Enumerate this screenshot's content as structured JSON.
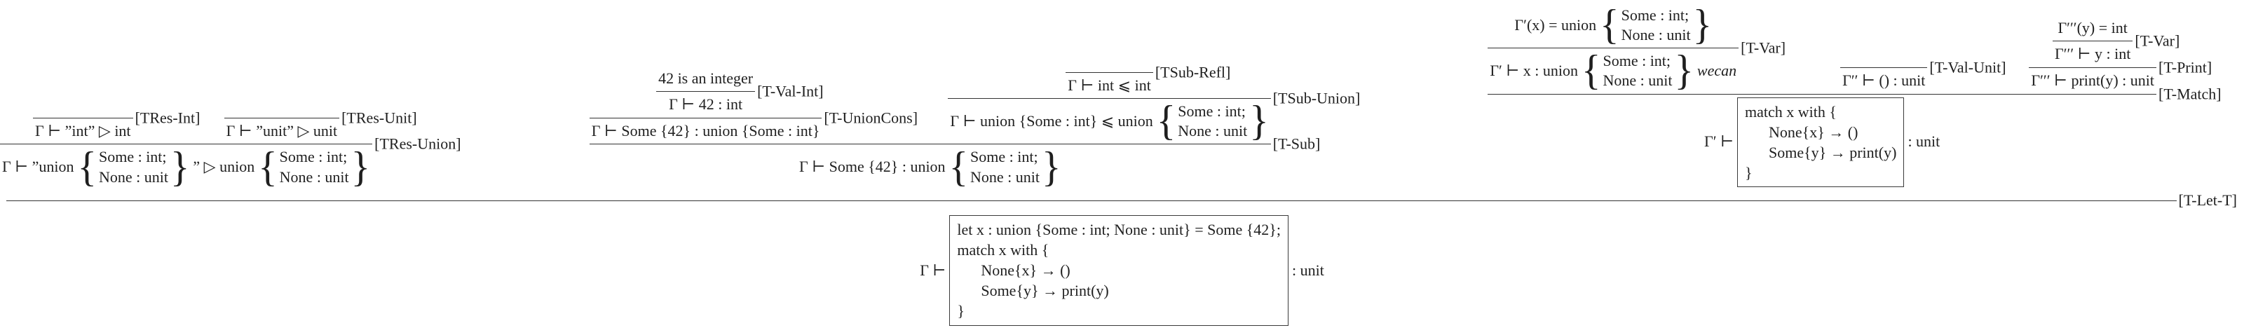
{
  "figure": {
    "kind": "type-derivation-tree",
    "colors": {
      "background": "#ffffff",
      "ink": "#1f1f1f",
      "bar": "#333333"
    }
  },
  "syntax": {
    "lbrace": "{",
    "rbrace": "}"
  },
  "union_type_rows": {
    "some": "Some : int;",
    "none": "None : unit"
  },
  "rules": {
    "tres_int": {
      "label": "[TRes-Int]",
      "conclusion": "Γ ⊢ ”int” ▷ int"
    },
    "tres_unit": {
      "label": "[TRes-Unit]",
      "conclusion": "Γ ⊢ ”unit” ▷ unit"
    },
    "tres_union": {
      "label": "[TRes-Union]",
      "conclusion_pre": "Γ ⊢ ”union",
      "conclusion_mid": "” ▷ union"
    },
    "t_val_int": {
      "label": "[T-Val-Int]",
      "premise": "42 is an integer",
      "conclusion": "Γ ⊢ 42 : int"
    },
    "t_union_cons": {
      "label": "[T-UnionCons]",
      "conclusion": "Γ ⊢ Some {42} : union {Some : int}"
    },
    "tsub_refl": {
      "label": "[TSub-Refl]",
      "conclusion": "Γ ⊢ int ⩽ int"
    },
    "tsub_union": {
      "label": "[TSub-Union]",
      "conclusion_pre": "Γ ⊢ union {Some : int} ⩽ union"
    },
    "t_sub": {
      "label": "[T-Sub]",
      "conclusion_pre": "Γ ⊢ Some {42} : union"
    },
    "t_var_x": {
      "label": "[T-Var]",
      "premise_pre": "Γ′(x) = union",
      "conclusion_pre": "Γ′ ⊢ x : union",
      "conclusion_suffix": "wecan"
    },
    "t_val_unit": {
      "label": "[T-Val-Unit]",
      "conclusion": "Γ′′ ⊢ () : unit"
    },
    "t_var_y": {
      "label": "[T-Var]",
      "premise": "Γ′′′(y) = int",
      "conclusion": "Γ′′′ ⊢ y : int"
    },
    "t_print": {
      "label": "[T-Print]",
      "conclusion": "Γ′′′ ⊢ print(y) : unit"
    },
    "t_match": {
      "label": "[T-Match]",
      "turnstile": "Γ′ ⊢",
      "result_type": ": unit",
      "code": [
        "match x with {",
        "None{x} → ()",
        "Some{y} → print(y)",
        "}"
      ]
    },
    "t_let": {
      "label": "[T-Let-T]",
      "turnstile": "Γ ⊢",
      "result_type": ": unit",
      "code": [
        "let x : union {Some : int; None : unit} = Some {42};",
        "match x with {",
        "None{x} → ()",
        "Some{y} → print(y)",
        "}"
      ]
    }
  }
}
